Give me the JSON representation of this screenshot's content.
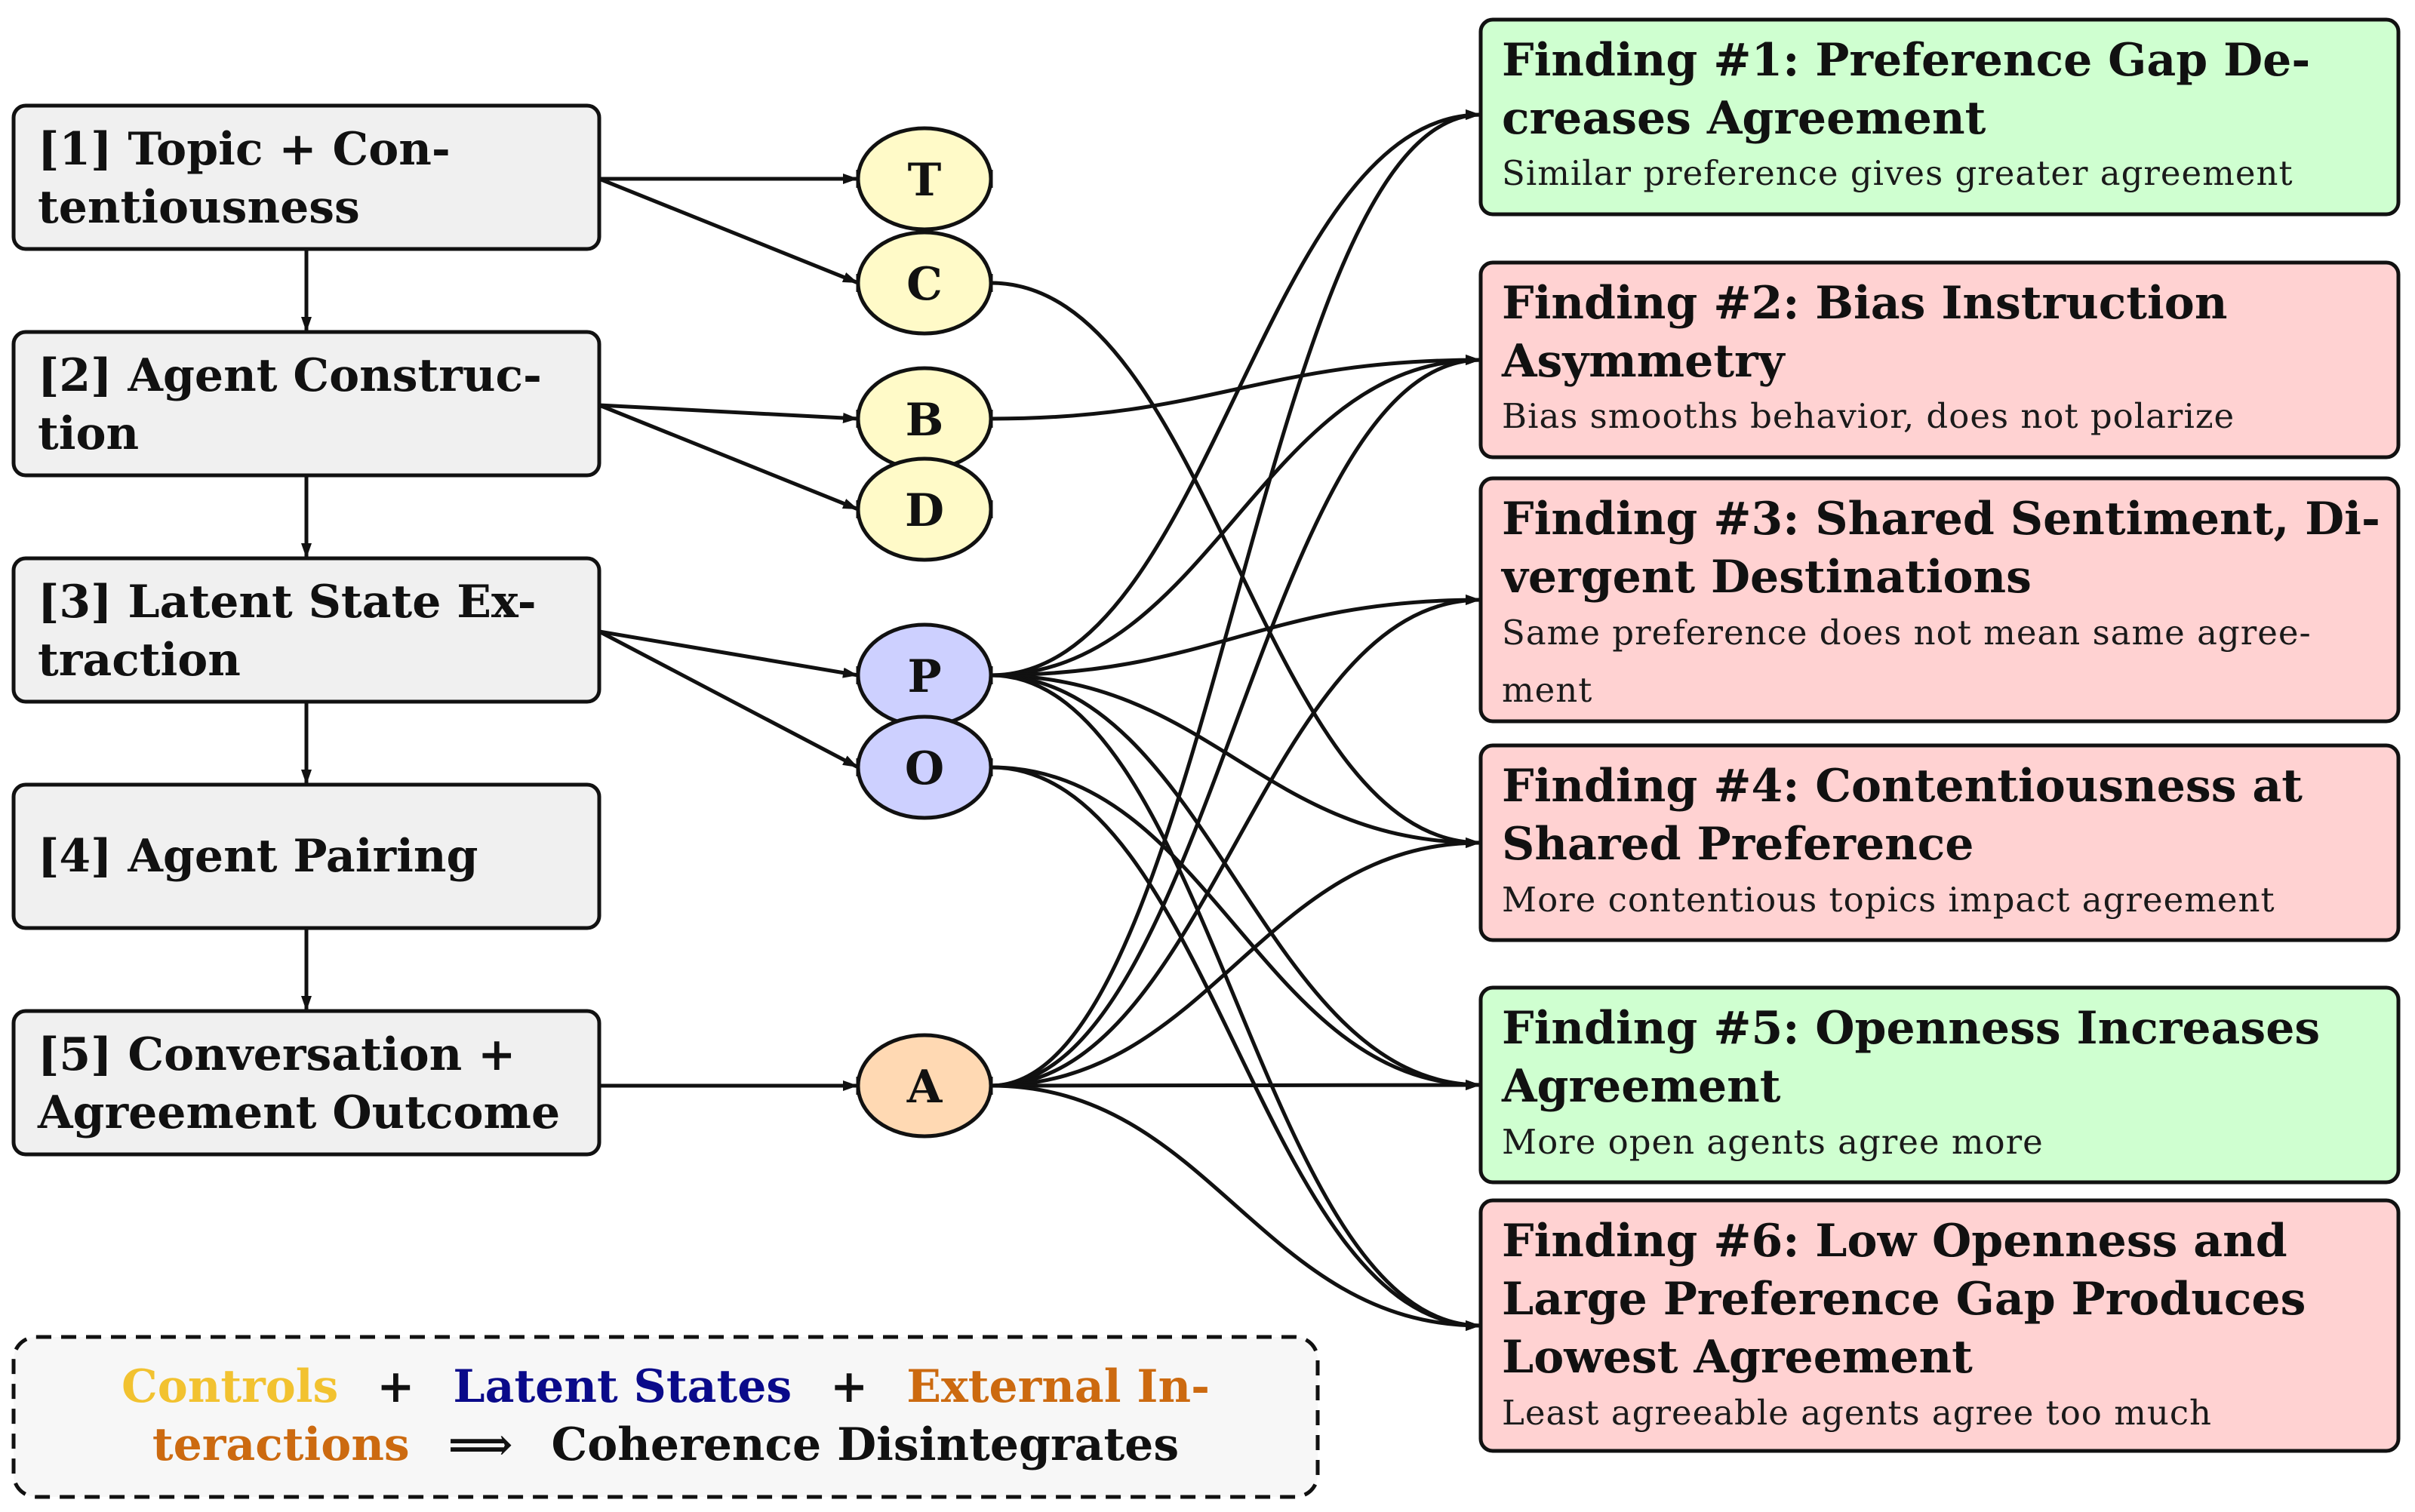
{
  "colors": {
    "stage_fill": "#f0f0f0",
    "control_node": "#fffac8",
    "latent_node": "#cdd0ff",
    "external_node": "#ffd9b3",
    "finding_green": "#cfffd0",
    "finding_red": "#ffd2d2",
    "legend_fill": "#f7f7f7",
    "controls_text": "#f2c230",
    "latent_text": "#0a0a8a",
    "external_text": "#cc6a10"
  },
  "stages": [
    {
      "lines": [
        "[1] Topic + Con-",
        "tentiousness"
      ]
    },
    {
      "lines": [
        "[2] Agent Construc-",
        "tion"
      ]
    },
    {
      "lines": [
        "[3] Latent State Ex-",
        "traction"
      ]
    },
    {
      "lines": [
        "[4] Agent Pairing"
      ]
    },
    {
      "lines": [
        "[5] Conversation +",
        "Agreement Outcome"
      ]
    }
  ],
  "nodes": [
    {
      "id": "T",
      "label": "T",
      "group": "control"
    },
    {
      "id": "C",
      "label": "C",
      "group": "control"
    },
    {
      "id": "B",
      "label": "B",
      "group": "control"
    },
    {
      "id": "D",
      "label": "D",
      "group": "control"
    },
    {
      "id": "P",
      "label": "P",
      "group": "latent"
    },
    {
      "id": "O",
      "label": "O",
      "group": "latent"
    },
    {
      "id": "A",
      "label": "A",
      "group": "external"
    }
  ],
  "findings": [
    {
      "title": [
        "Finding #1: Preference Gap De-",
        "creases Agreement"
      ],
      "subtitle": [
        "Similar preference gives greater agreement"
      ],
      "tone": "green"
    },
    {
      "title": [
        "Finding #2: Bias Instruction",
        "Asymmetry"
      ],
      "subtitle": [
        "Bias smooths behavior, does not polarize"
      ],
      "tone": "red"
    },
    {
      "title": [
        "Finding #3: Shared Sentiment, Di-",
        "vergent Destinations"
      ],
      "subtitle": [
        "Same preference does not mean same agree-",
        "ment"
      ],
      "tone": "red"
    },
    {
      "title": [
        "Finding #4: Contentiousness at",
        "Shared Preference"
      ],
      "subtitle": [
        "More contentious topics impact agreement"
      ],
      "tone": "red"
    },
    {
      "title": [
        "Finding #5: Openness Increases",
        "Agreement"
      ],
      "subtitle": [
        "More open agents agree more"
      ],
      "tone": "green"
    },
    {
      "title": [
        "Finding #6: Low Openness and",
        "Large Preference Gap Produces",
        "Lowest Agreement"
      ],
      "subtitle": [
        "Least agreeable agents agree too much"
      ],
      "tone": "red"
    }
  ],
  "stage_to_node": [
    [
      1,
      "T"
    ],
    [
      1,
      "C"
    ],
    [
      2,
      "B"
    ],
    [
      2,
      "D"
    ],
    [
      3,
      "P"
    ],
    [
      3,
      "O"
    ],
    [
      5,
      "A"
    ]
  ],
  "node_to_finding": [
    [
      "C",
      4
    ],
    [
      "B",
      2
    ],
    [
      "P",
      1
    ],
    [
      "P",
      2
    ],
    [
      "P",
      3
    ],
    [
      "P",
      4
    ],
    [
      "P",
      5
    ],
    [
      "P",
      6
    ],
    [
      "O",
      5
    ],
    [
      "O",
      6
    ],
    [
      "A",
      1
    ],
    [
      "A",
      2
    ],
    [
      "A",
      3
    ],
    [
      "A",
      4
    ],
    [
      "A",
      5
    ],
    [
      "A",
      6
    ]
  ],
  "legend": {
    "controls": "Controls",
    "plus1": "+",
    "latent": "Latent States",
    "plus2": "+",
    "external_part1": "External In-",
    "external_part2": "teractions",
    "implies": "⟹",
    "outcome": "Coherence Disintegrates"
  }
}
